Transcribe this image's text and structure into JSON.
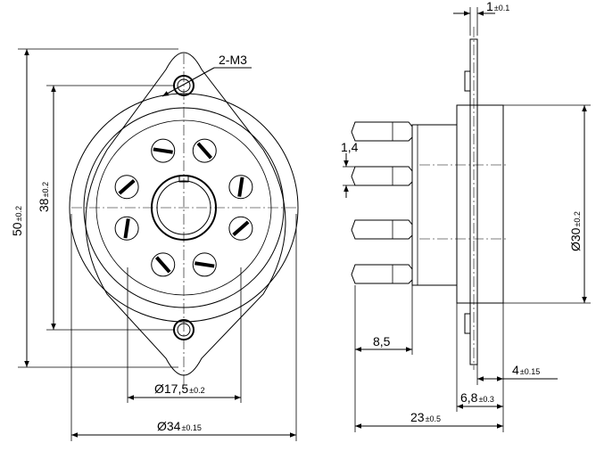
{
  "front_view": {
    "hole_callout": "2-M3",
    "dim_height": "50",
    "dim_height_tol": "±0.2",
    "dim_hole_spacing": "38",
    "dim_hole_spacing_tol": "±0.2",
    "dim_center_dia": "Ø17,5",
    "dim_center_dia_tol": "±0.2",
    "dim_body_dia": "Ø34",
    "dim_body_dia_tol": "±0.15"
  },
  "side_view": {
    "dim_flange_thk": "1",
    "dim_flange_thk_tol": "±0.1",
    "dim_pin_width": "1,4",
    "dim_body_dia": "Ø30",
    "dim_body_dia_tol": "±0.2",
    "dim_pin_length": "8,5",
    "dim_cap_depth": "4",
    "dim_cap_depth_tol": "±0.15",
    "dim_body_len": "6,8",
    "dim_body_len_tol": "±0.3",
    "dim_total_len": "23",
    "dim_total_len_tol": "±0.5"
  }
}
